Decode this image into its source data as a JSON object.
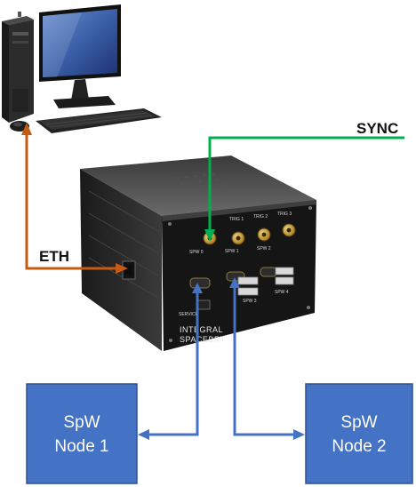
{
  "labels": {
    "sync": "SYNC",
    "eth": "ETH"
  },
  "nodes": [
    {
      "line1": "SpW",
      "line2": "Node 1"
    },
    {
      "line1": "SpW",
      "line2": "Node 2"
    }
  ],
  "device": {
    "brand_line1": "INTEGRAL",
    "brand_line2": "SPACEBRT",
    "port_labels": [
      "TRIG 1",
      "TRIG 2",
      "TRIG 3",
      "SPW 0",
      "SPW 1",
      "SPW 2",
      "SPW 3",
      "SPW 4",
      "SERVICE"
    ]
  },
  "colors": {
    "eth": "#c55a11",
    "sync": "#00b050",
    "spw": "#4472c4",
    "node_fill": "#4472c4"
  },
  "icons": [
    "desktop-computer",
    "spacewire-interface-device"
  ]
}
